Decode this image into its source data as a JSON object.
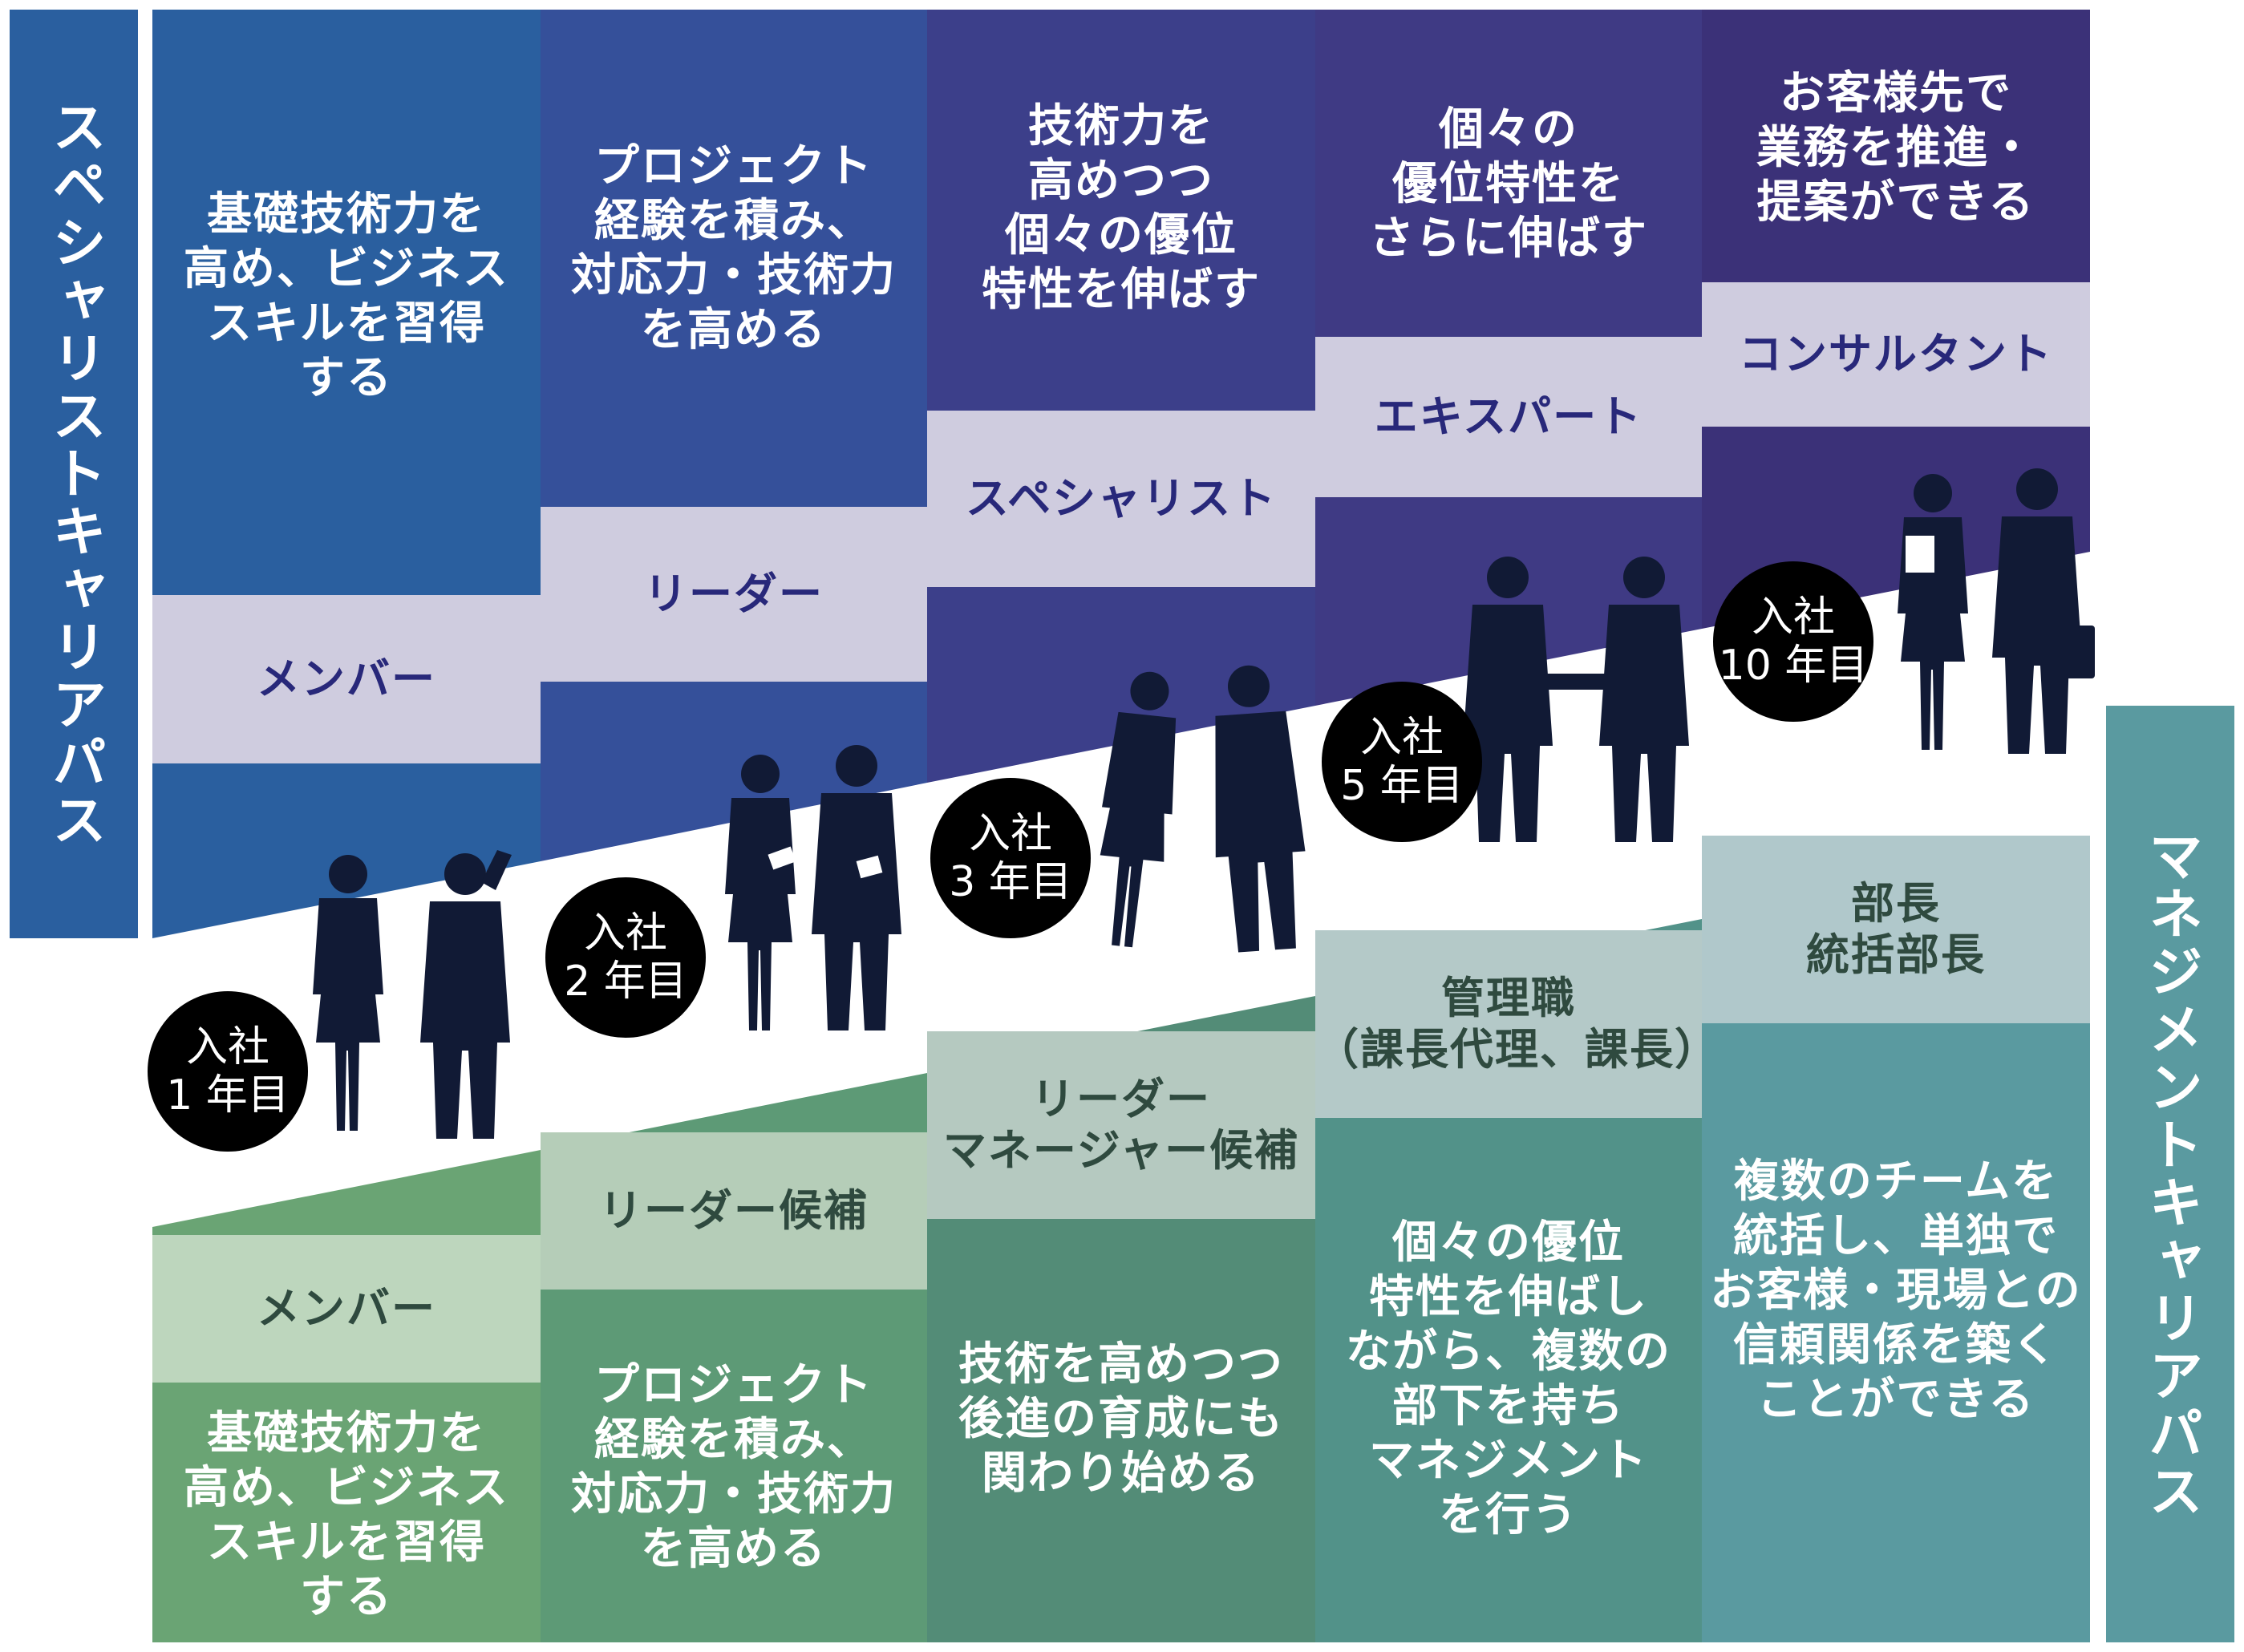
{
  "colors": {
    "specialist_tops": [
      "#2a5f9f",
      "#35509a",
      "#3c3f8a",
      "#3f3a84",
      "#3b3178"
    ],
    "management_bottoms": [
      "#6aa474",
      "#5d9a76",
      "#538c77",
      "#529289",
      "#5a9aa0"
    ],
    "management_bands": [
      "#bdd6bd",
      "#b5cdb8",
      "#b5c9c0",
      "#b4c9c8",
      "#b0c8cb"
    ],
    "specialist_band": "#cfccdf",
    "specialist_band_text": "#28287a",
    "silhouette": "#111a35"
  },
  "specialist": {
    "label": "スペシャリストキャリアパス",
    "stages": [
      {
        "title": "メンバー",
        "description": "基礎技術力を\n高め、ビジネス\nスキルを習得\nする"
      },
      {
        "title": "リーダー",
        "description": "プロジェクト\n経験を積み、\n対応力・技術力\nを高める"
      },
      {
        "title": "スペシャリスト",
        "description": "技術力を\n高めつつ\n個々の優位\n特性を伸ばす"
      },
      {
        "title": "エキスパート",
        "description": "個々の\n優位特性を\nさらに伸ばす"
      },
      {
        "title": "コンサルタント",
        "description": "お客様先で\n業務を推進・\n提案ができる"
      }
    ]
  },
  "management": {
    "label": "マネジメントキャリアパス",
    "stages": [
      {
        "title": "メンバー",
        "description": "基礎技術力を\n高め、ビジネス\nスキルを習得\nする"
      },
      {
        "title": "リーダー候補",
        "description": "プロジェクト\n経験を積み、\n対応力・技術力\nを高める"
      },
      {
        "title": "リーダー\nマネージャー候補",
        "description": "技術を高めつつ\n後進の育成にも\n関わり始める"
      },
      {
        "title": "管理職\n（課長代理、課長）",
        "description": "個々の優位\n特性を伸ばし\nながら、複数の\n部下を持ち\nマネジメント\nを行う"
      },
      {
        "title": "部長\n統括部長",
        "description": "複数のチームを\n統括し、単独で\nお客様・現場との\n信頼関係を築く\nことができる"
      }
    ]
  },
  "milestones": [
    {
      "line1": "入社",
      "line2": "1 年目"
    },
    {
      "line1": "入社",
      "line2": "2 年目"
    },
    {
      "line1": "入社",
      "line2": "3 年目"
    },
    {
      "line1": "入社",
      "line2": "5 年目"
    },
    {
      "line1": "入社",
      "line2": "10 年目"
    }
  ]
}
